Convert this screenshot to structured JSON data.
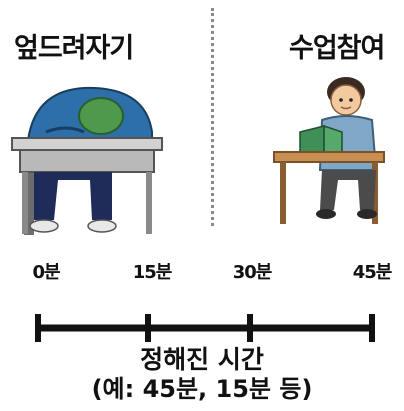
{
  "left_label": "엎드려자기",
  "right_label": "수업참여",
  "timeline": {
    "ticks": [
      "0분",
      "15분",
      "30분",
      "45분"
    ]
  },
  "caption": {
    "line1": "정해진 시간",
    "line2": "(예: 45분, 15분 등)"
  },
  "colors": {
    "line": "#111111",
    "divider": "#8a8a8a",
    "desk": "#b9b9b9",
    "wood": "#c98f52",
    "jacket": "#2d6fa8",
    "pants": "#1f2c5a"
  }
}
